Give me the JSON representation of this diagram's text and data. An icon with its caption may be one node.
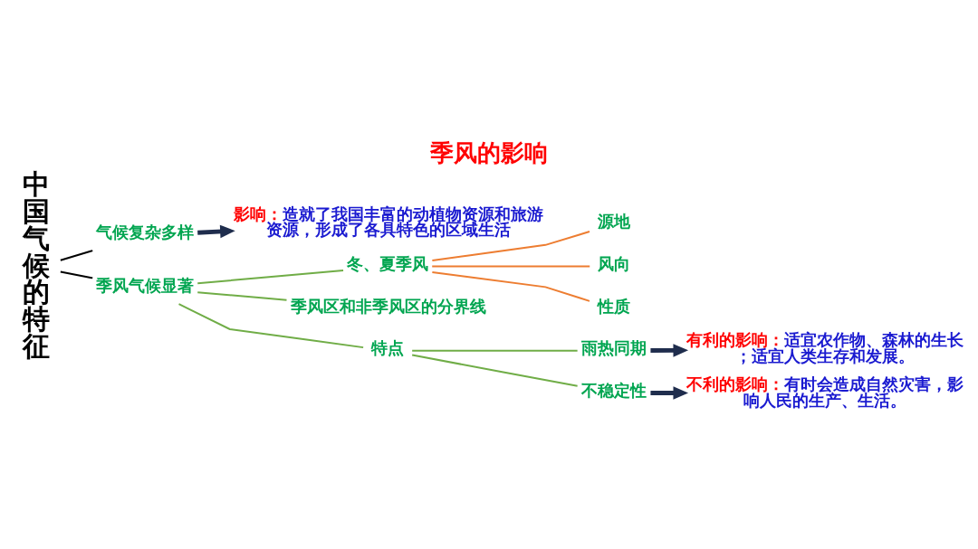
{
  "diagram": {
    "title": "季风的影响",
    "nodes": [
      {
        "text": [
          "中国气候的特征"
        ]
      },
      {
        "text": [
          "气候复杂多样"
        ]
      },
      {
        "text": [
          "影响：",
          "造就了我国丰富的动植物资源和旅游资源，形成了各具特色的区域生活"
        ]
      },
      {
        "text": [
          "季风气候显著"
        ]
      },
      {
        "text": [
          "冬、夏季风"
        ]
      },
      {
        "text": [
          "源地"
        ]
      },
      {
        "text": [
          "风向"
        ]
      },
      {
        "text": [
          "性质"
        ]
      },
      {
        "text": [
          "季风区和非季风区的分界线"
        ]
      },
      {
        "text": [
          "特点"
        ]
      },
      {
        "text": [
          "雨热同期"
        ]
      },
      {
        "text": [
          "有利的影响：",
          "适宜农作物、森林的生长；适宜人类生存和发展。"
        ]
      },
      {
        "text": [
          "不稳定性"
        ]
      },
      {
        "text": [
          "不利的影响：",
          "有时会造成自然灾害，影响人民的生产、生活。"
        ]
      }
    ],
    "edges": [
      {
        "from": 0,
        "to": 1,
        "arrow": "none",
        "color": "#000000"
      },
      {
        "from": 0,
        "to": 3,
        "arrow": "none",
        "color": "#000000"
      },
      {
        "from": 1,
        "to": 2,
        "arrow": "to",
        "style": "thick",
        "color": "#1f2d4d"
      },
      {
        "from": 3,
        "to": 4,
        "arrow": "none"
      },
      {
        "from": 3,
        "to": 8,
        "arrow": "none"
      },
      {
        "from": 3,
        "to": 9,
        "arrow": "none"
      },
      {
        "from": 4,
        "to": 5,
        "arrow": "none",
        "color": "#ed7d31"
      },
      {
        "from": 4,
        "to": 6,
        "arrow": "none",
        "color": "#ed7d31"
      },
      {
        "from": 4,
        "to": 7,
        "arrow": "none",
        "color": "#ed7d31"
      },
      {
        "from": 9,
        "to": 10,
        "arrow": "none"
      },
      {
        "from": 9,
        "to": 12,
        "arrow": "none"
      },
      {
        "from": 10,
        "to": 11,
        "arrow": "to",
        "style": "thick",
        "color": "#1f2d4d"
      },
      {
        "from": 12,
        "to": 13,
        "arrow": "to",
        "style": "thick",
        "color": "#1f2d4d"
      }
    ]
  }
}
